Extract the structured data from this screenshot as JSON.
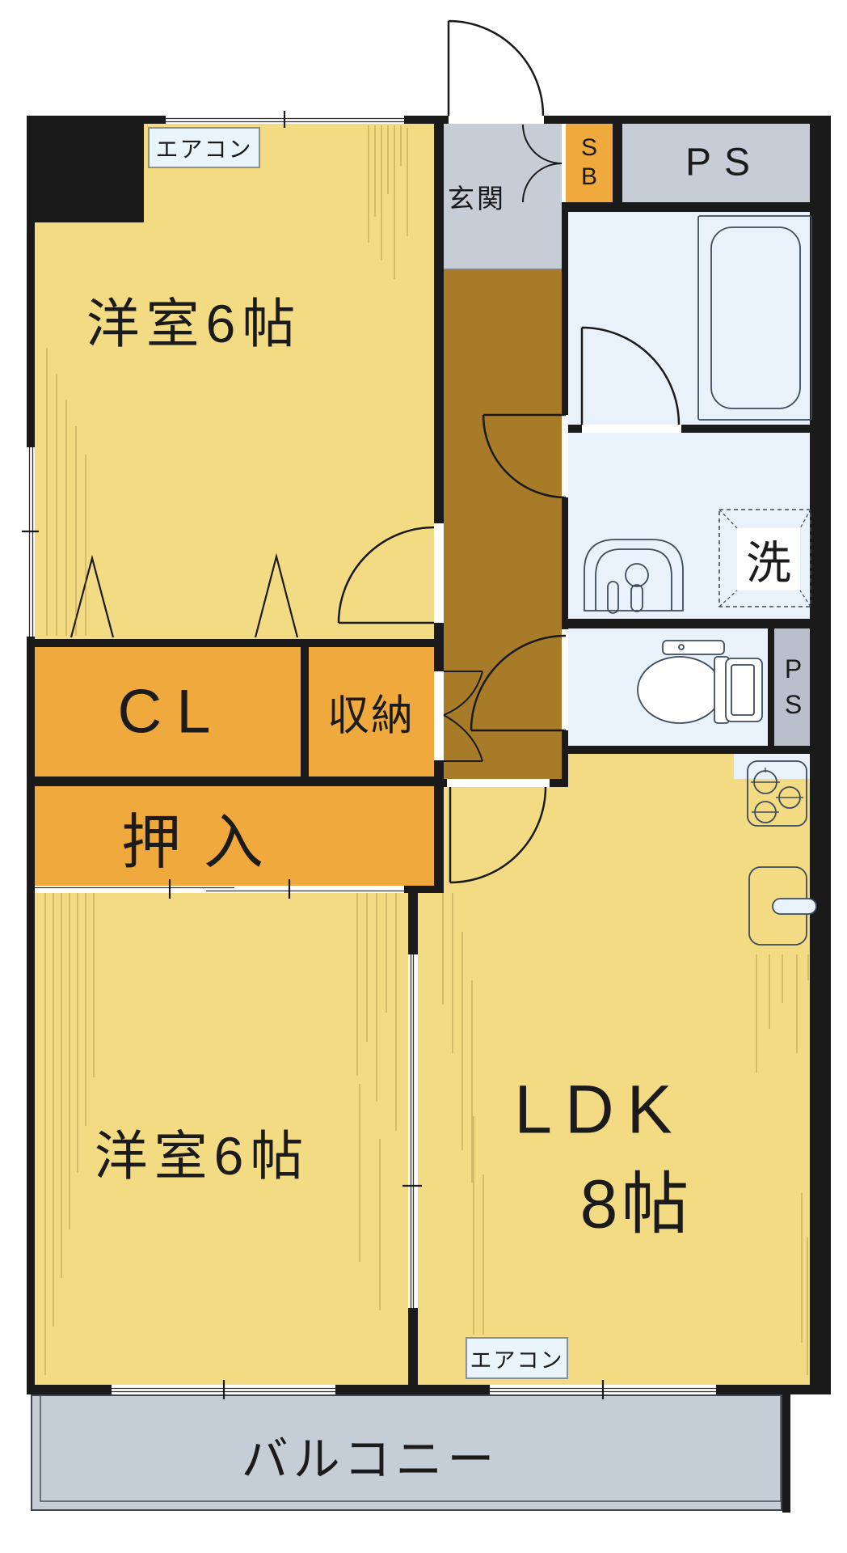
{
  "rooms": {
    "bedroom_top": {
      "label": "洋室6帖"
    },
    "bedroom_bottom": {
      "label": "洋室6帖"
    },
    "ldk": {
      "label": "LDK",
      "size": "8帖"
    },
    "entrance": {
      "label": "玄関"
    },
    "closet": {
      "label": "CL"
    },
    "storage": {
      "label": "収納"
    },
    "oshiire": {
      "label": "押入"
    },
    "laundry": {
      "label": "洗"
    },
    "shoe_box": {
      "letters": [
        "S",
        "B"
      ]
    },
    "pipe_space_top": {
      "label": "PS"
    },
    "pipe_space_side": {
      "letters": [
        "P",
        "S"
      ]
    },
    "balcony": {
      "label": "バルコニー"
    }
  },
  "equipment": {
    "aircon_top": "エアコン",
    "aircon_bottom": "エアコン"
  },
  "colors": {
    "wall": "#1a1a1a",
    "room": "#F3DB84",
    "closet": "#F0A93C",
    "corridor": "#A87B28",
    "entrance_gray": "#C6CDD6",
    "balcony": "#C5CED7",
    "wet": "#E9F2FB",
    "ps_side": "#B9C0CB",
    "fixture": "#3d4c5c",
    "aircon_bg": "#EAF4FB",
    "hatch": "#8a6d2a"
  }
}
